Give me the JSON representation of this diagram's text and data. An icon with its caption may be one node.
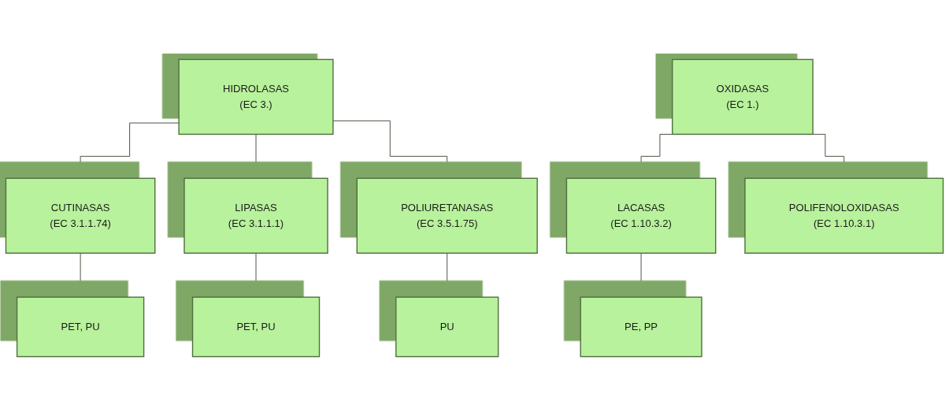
{
  "diagram": {
    "nodes": [
      {
        "text": [
          "HIDROLASAS",
          "(EC 3.)"
        ]
      },
      {
        "text": [
          "OXIDASAS",
          "(EC 1.)"
        ]
      },
      {
        "text": [
          "CUTINASAS",
          "(EC 3.1.1.74)"
        ]
      },
      {
        "text": [
          "LIPASAS",
          "(EC 3.1.1.1)"
        ]
      },
      {
        "text": [
          "POLIURETANASAS",
          "(EC 3.5.1.75)"
        ]
      },
      {
        "text": [
          "LACASAS",
          "(EC 1.10.3.2)"
        ]
      },
      {
        "text": [
          "POLIFENOLOXIDASAS",
          "(EC 1.10.3.1)"
        ]
      },
      {
        "text": [
          "PET, PU"
        ]
      },
      {
        "text": [
          "PET, PU"
        ]
      },
      {
        "text": [
          "PU"
        ]
      },
      {
        "text": [
          "PE, PP"
        ]
      }
    ],
    "edges": [
      {
        "from": 0,
        "to": 2,
        "arrow": "none"
      },
      {
        "from": 0,
        "to": 3,
        "arrow": "none"
      },
      {
        "from": 0,
        "to": 4,
        "arrow": "none"
      },
      {
        "from": 1,
        "to": 5,
        "arrow": "none"
      },
      {
        "from": 1,
        "to": 6,
        "arrow": "none"
      },
      {
        "from": 2,
        "to": 7,
        "arrow": "none"
      },
      {
        "from": 3,
        "to": 8,
        "arrow": "none"
      },
      {
        "from": 4,
        "to": 9,
        "arrow": "none"
      },
      {
        "from": 5,
        "to": 10,
        "arrow": "none"
      }
    ]
  }
}
